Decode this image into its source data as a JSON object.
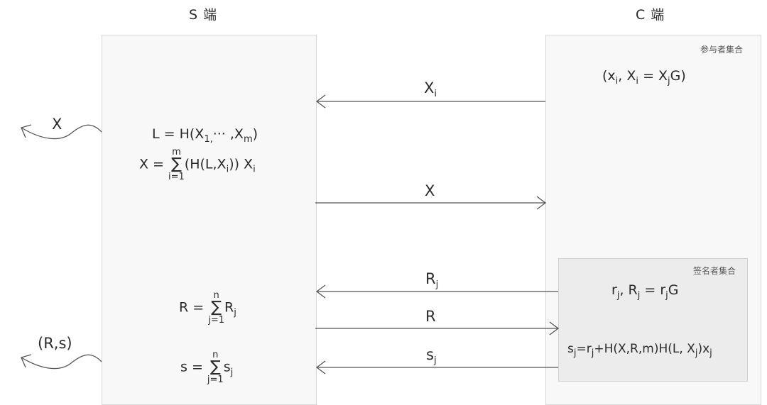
{
  "headers": {
    "s_end": "S 端",
    "c_end": "C 端"
  },
  "tags": {
    "participants": "参与者集合",
    "signers": "签名者集合"
  },
  "c_panel": {
    "pub_open": "(x",
    "pub_i1": "i",
    "pub_mid": ", X",
    "pub_i2": "i",
    "pub_eq": " = X",
    "pub_j": "j",
    "pub_close": "G)"
  },
  "s_panel": {
    "L_eq": "L = H(X",
    "L_sub1": "1,",
    "L_dots": "··· ,X",
    "L_subm": "m",
    "L_close": ")",
    "X_lhs": "X = ",
    "X_top": "m",
    "X_sigma": "∑",
    "X_bot": "i=1",
    "X_rhs": "(H(L,X",
    "X_sub_i": "i",
    "X_rhs2": ")) X",
    "X_sub_i2": "i",
    "R_lhs": "R = ",
    "R_top": "n",
    "R_sigma": "∑",
    "R_bot": "j=1",
    "R_rhs": "R",
    "R_sub": "j",
    "s_lhs": "s = ",
    "s_top": "n",
    "s_sigma": "∑",
    "s_bot": "j=1",
    "s_rhs": "s",
    "s_sub": "j"
  },
  "signer_panel": {
    "r_a": "r",
    "r_j1": "j",
    "r_b": ", R",
    "r_j2": "j",
    "r_c": " = r",
    "r_j3": "j",
    "r_d": "G",
    "s_a": "s",
    "s_j1": "j",
    "s_b": "=r",
    "s_j2": "j",
    "s_c": "+H(X,R,m)H(L, X",
    "s_j3": "j",
    "s_d": ")x",
    "s_j4": "j"
  },
  "messages": {
    "xi_main": "X",
    "xi_sub": "i",
    "x": "X",
    "rj_main": "R",
    "rj_sub": "j",
    "r": "R",
    "sj_main": "s",
    "sj_sub": "j"
  },
  "outputs": {
    "x_out": "X",
    "rs_out": "(R,s)"
  }
}
